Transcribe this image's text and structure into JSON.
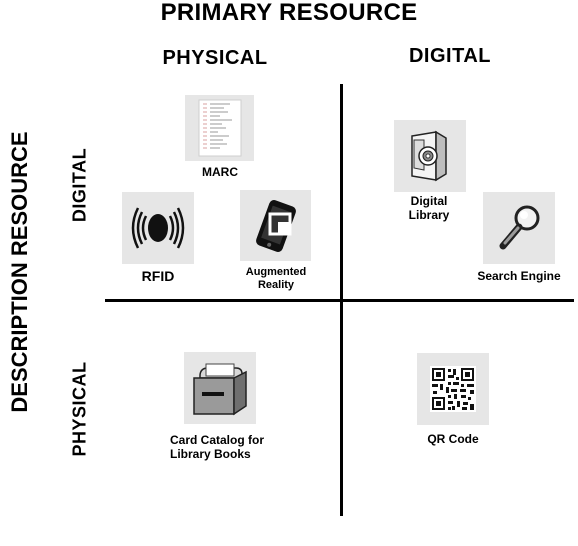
{
  "title": "PRIMARY RESOURCE",
  "side_title": "DESCRIPTION RESOURCE",
  "columns": {
    "physical": "PHYSICAL",
    "digital": "DIGITAL"
  },
  "rows": {
    "digital": "DIGITAL",
    "physical": "PHYSICAL"
  },
  "items": {
    "marc": {
      "label": "MARC",
      "icon": "marc-record-icon"
    },
    "rfid": {
      "label": "RFID",
      "icon": "rfid-signal-icon"
    },
    "augmented_reality": {
      "label_line1": "Augmented",
      "label_line2": "Reality",
      "icon": "augmented-reality-icon"
    },
    "digital_library": {
      "label_line1": "Digital",
      "label_line2": "Library",
      "icon": "digital-library-icon"
    },
    "search_engine": {
      "label": "Search Engine",
      "icon": "magnifier-icon"
    },
    "card_catalog": {
      "label_line1": "Card Catalog for",
      "label_line2": "Library Books",
      "icon": "card-catalog-icon"
    },
    "qr_code": {
      "label": "QR Code",
      "icon": "qr-code-icon"
    }
  },
  "colors": {
    "tile_bg": "#e6e6e6",
    "axis": "#000000",
    "text": "#000000"
  }
}
